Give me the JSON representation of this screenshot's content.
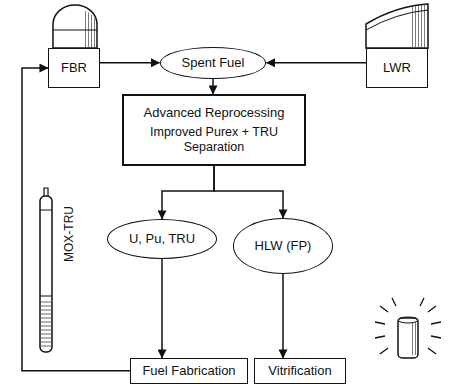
{
  "diagram": {
    "nodes": [
      {
        "text": [
          "FBR"
        ]
      },
      {
        "text": [
          "Spent Fuel"
        ]
      },
      {
        "text": [
          "LWR"
        ]
      },
      {
        "text": [
          "Advanced Reprocessing",
          "Improved Purex + TRU Separation"
        ]
      },
      {
        "text": [
          "U, Pu, TRU"
        ]
      },
      {
        "text": [
          "HLW (FP)"
        ]
      },
      {
        "text": [
          "Fuel Fabrication"
        ]
      },
      {
        "text": [
          "Vitrification"
        ]
      }
    ],
    "edges": [
      {
        "from": 0,
        "to": 1,
        "arrow": "to"
      },
      {
        "from": 2,
        "to": 1,
        "arrow": "to"
      },
      {
        "from": 1,
        "to": 3,
        "arrow": "to"
      },
      {
        "from": 3,
        "to": 4,
        "arrow": "to"
      },
      {
        "from": 3,
        "to": 5,
        "arrow": "to"
      },
      {
        "from": 4,
        "to": 6,
        "arrow": "to"
      },
      {
        "from": 5,
        "to": 7,
        "arrow": "to"
      },
      {
        "from": 6,
        "to": 0,
        "arrow": "to"
      }
    ],
    "labels": [
      "MOX-TRU"
    ]
  }
}
